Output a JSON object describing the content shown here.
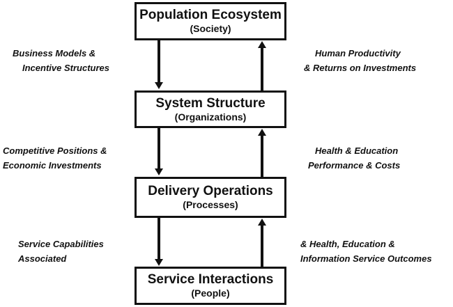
{
  "boxes": [
    {
      "title": "Population Ecosystem",
      "subtitle": "(Society)"
    },
    {
      "title": "System Structure",
      "subtitle": "(Organizations)"
    },
    {
      "title": "Delivery Operations",
      "subtitle": "(Processes)"
    },
    {
      "title": "Service Interactions",
      "subtitle": "(People)"
    }
  ],
  "down_labels": [
    {
      "line1": "Business Models &",
      "line2": "Incentive Structures"
    },
    {
      "line1": "Competitive Positions &",
      "line2": "Economic Investments"
    },
    {
      "line1": "Service Capabilities",
      "line2": "Associated"
    }
  ],
  "up_labels": [
    {
      "line1": "Human Productivity",
      "line2": "& Returns on Investments"
    },
    {
      "line1": "Health & Education",
      "line2": "Performance & Costs"
    },
    {
      "line1": "& Health, Education &",
      "line2": "Information Service Outcomes"
    }
  ],
  "colors": {
    "line": "#111111",
    "background": "#ffffff"
  }
}
